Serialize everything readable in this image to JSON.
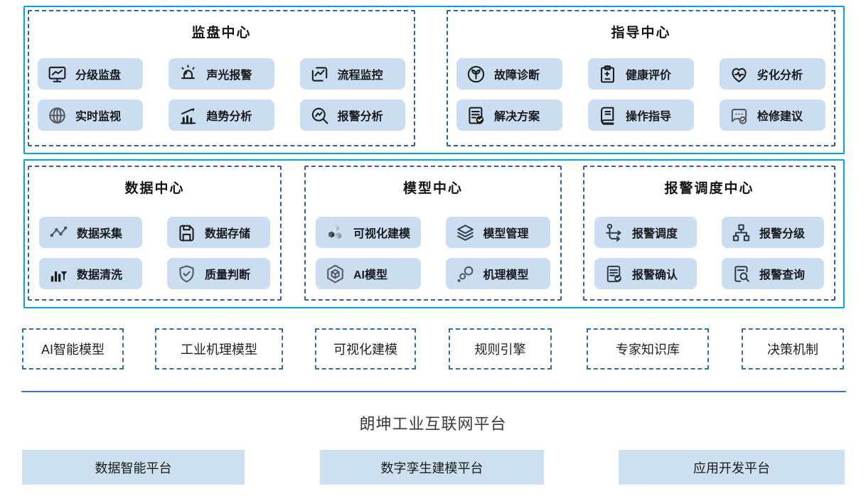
{
  "colors": {
    "outer_border": "#00a2e8",
    "dashed_border": "#2b5fac",
    "chip_background": "#cbdef1",
    "divider": "#4472c4",
    "platform_box_background": "#cce0f2"
  },
  "centers": [
    {
      "title": "监盘中心",
      "items": [
        {
          "label": "分级监盘",
          "icon": "monitor-chart-icon"
        },
        {
          "label": "声光报警",
          "icon": "siren-icon"
        },
        {
          "label": "流程监控",
          "icon": "flow-monitor-icon"
        },
        {
          "label": "实时监视",
          "icon": "globe-icon"
        },
        {
          "label": "趋势分析",
          "icon": "trend-bars-icon"
        },
        {
          "label": "报警分析",
          "icon": "search-chart-icon"
        }
      ]
    },
    {
      "title": "指导中心",
      "items": [
        {
          "label": "故障诊断",
          "icon": "sprout-circle-icon"
        },
        {
          "label": "健康评价",
          "icon": "clipboard-plus-icon"
        },
        {
          "label": "劣化分析",
          "icon": "heart-pulse-icon"
        },
        {
          "label": "解决方案",
          "icon": "document-check-icon"
        },
        {
          "label": "操作指导",
          "icon": "manual-book-icon"
        },
        {
          "label": "检修建议",
          "icon": "chat-check-icon"
        }
      ]
    },
    {
      "title": "数据中心",
      "items": [
        {
          "label": "数据采集",
          "icon": "scatter-line-icon"
        },
        {
          "label": "数据存储",
          "icon": "floppy-disk-icon"
        },
        {
          "label": "数据清洗",
          "icon": "bars-funnel-icon"
        },
        {
          "label": "质量判断",
          "icon": "shield-check-icon"
        }
      ]
    },
    {
      "title": "模型中心",
      "items": [
        {
          "label": "可视化建模",
          "icon": "cubes-icon"
        },
        {
          "label": "模型管理",
          "icon": "layers-icon"
        },
        {
          "label": "AI模型",
          "icon": "cube-hexagon-icon"
        },
        {
          "label": "机理模型",
          "icon": "molecule-icon"
        }
      ]
    },
    {
      "title": "报警调度中心",
      "items": [
        {
          "label": "报警调度",
          "icon": "route-arrows-icon"
        },
        {
          "label": "报警分级",
          "icon": "hierarchy-icon"
        },
        {
          "label": "报警确认",
          "icon": "list-check-icon"
        },
        {
          "label": "报警查询",
          "icon": "document-search-icon"
        }
      ]
    }
  ],
  "capabilities": [
    "AI智能模型",
    "工业机理模型",
    "可视化建模",
    "规则引擎",
    "专家知识库",
    "决策机制"
  ],
  "platform": {
    "title": "朗坤工业互联网平台",
    "sub_platforms": [
      "数据智能平台",
      "数字孪生建模平台",
      "应用开发平台"
    ]
  }
}
